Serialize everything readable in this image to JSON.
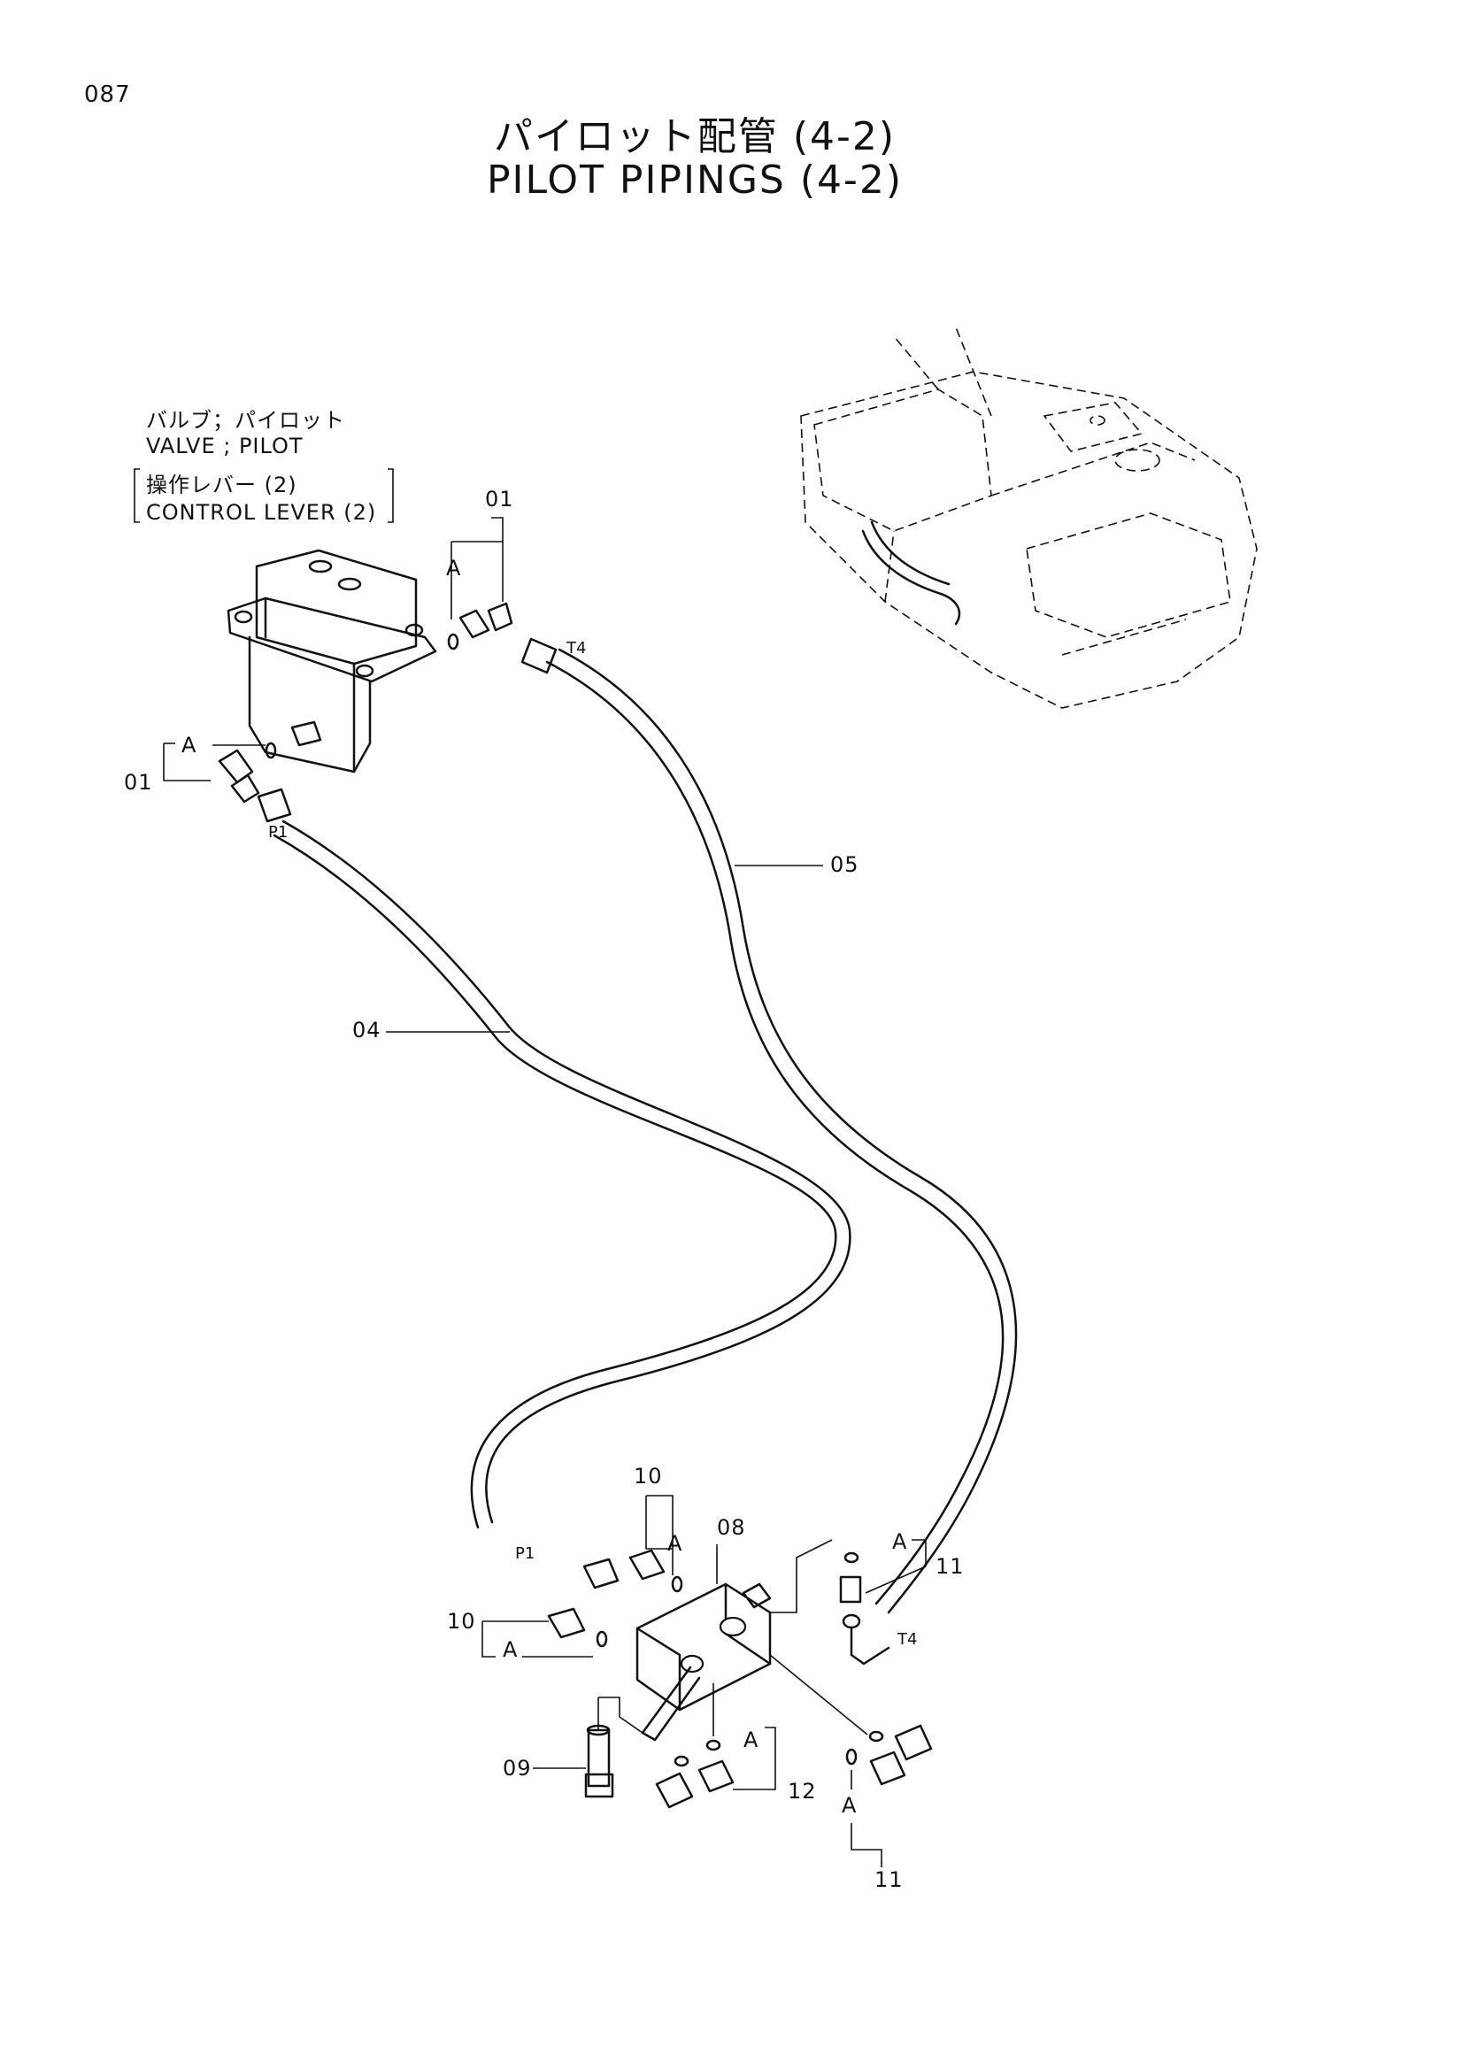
{
  "page_number": "087",
  "title_jp": "パイロット配管 (4-2)",
  "title_en": "PILOT PIPINGS (4-2)",
  "valve_label": {
    "line1": "バルブ；パイロット",
    "line2": "VALVE ; PILOT",
    "line3": "操作レバー (2)",
    "line4": "CONTROL LEVER (2)"
  },
  "callouts": {
    "c01_top": "01",
    "c01_left": "01",
    "c04": "04",
    "c05": "05",
    "c08": "08",
    "c09": "09",
    "c10_top": "10",
    "c10_left": "10",
    "c11_right": "11",
    "c11_bottom": "11",
    "c12": "12"
  },
  "port_labels": {
    "t4_top": "T4",
    "p1_top": "P1",
    "p1_bottom": "P1",
    "t4_bottom": "T4"
  },
  "detail_mark": "A"
}
